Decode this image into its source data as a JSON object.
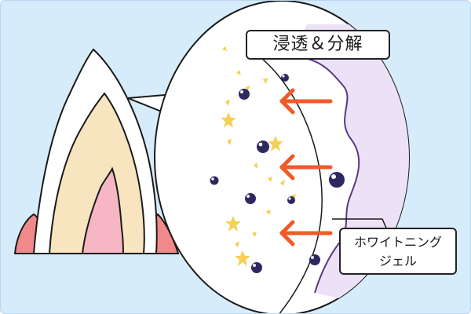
{
  "labels": {
    "title": "浸透＆分解",
    "gel_line1": "ホワイトニング",
    "gel_line2": "ジェル"
  },
  "colors": {
    "background": "#d7ecfb",
    "gum": "#f08a8a",
    "enamel": "#ffffff",
    "dentin": "#f8e4bf",
    "pulp": "#f6b6c3",
    "gel": "#ede1f8",
    "gel_outline": "#5a3a80",
    "arrow": "#f05a28",
    "particle": "#2e2860",
    "sparkle": "#f6cf55"
  },
  "icons": [
    "arrow-left-icon",
    "molecule-icon",
    "sparkle-icon",
    "tooth-icon"
  ]
}
